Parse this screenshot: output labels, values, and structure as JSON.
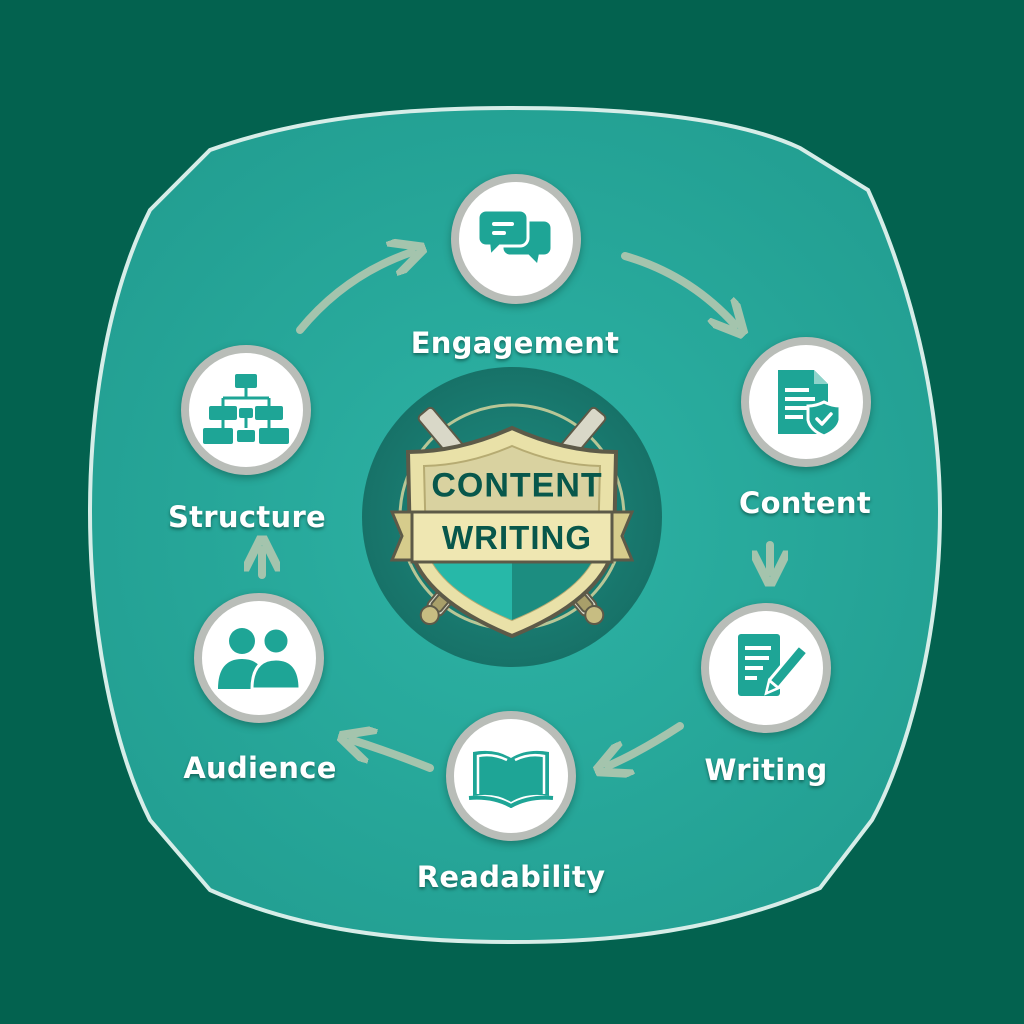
{
  "diagram": {
    "center_badge": {
      "line1": "CONTENT",
      "line2": "WRITING"
    },
    "nodes": [
      {
        "label": "Engagement",
        "icon": "chat-bubbles-icon"
      },
      {
        "label": "Content",
        "icon": "document-shield-check-icon"
      },
      {
        "label": "Writing",
        "icon": "document-pen-icon"
      },
      {
        "label": "Readability",
        "icon": "open-book-icon"
      },
      {
        "label": "Audience",
        "icon": "people-icon"
      },
      {
        "label": "Structure",
        "icon": "org-chart-icon"
      }
    ],
    "flow": "clockwise cycle: Engagement → Content → Writing → Readability → Audience → Structure → Engagement",
    "colors": {
      "background": "#03624f",
      "panel": "#27a89b",
      "panel_border": "#d6ede8",
      "icon": "#1ea596",
      "node_ring": "#b9bdb8",
      "arrow": "#a4c4ad",
      "badge_cream": "#e9e1a8",
      "badge_text": "#08574b"
    }
  }
}
